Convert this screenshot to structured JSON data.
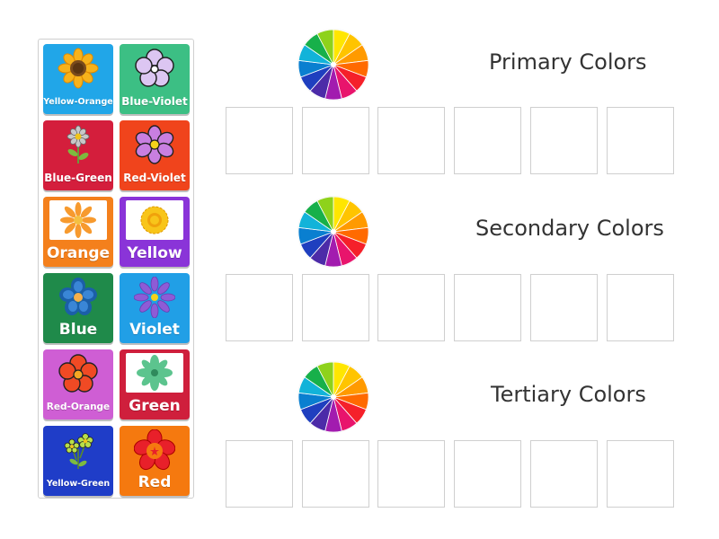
{
  "cards": [
    {
      "label": "Yellow-Orange",
      "color": "#21a6e8",
      "icon": "sunflower-icon"
    },
    {
      "label": "Blue-Violet",
      "color": "#3cbf84",
      "icon": "violet-flower-icon"
    },
    {
      "label": "Blue-Green",
      "color": "#d41e3c",
      "icon": "daisy-stem-icon"
    },
    {
      "label": "Red-Violet",
      "color": "#f0441c",
      "icon": "purple-flower-icon"
    },
    {
      "label": "Orange",
      "color": "#f4801c",
      "icon": "orange-flower-icon"
    },
    {
      "label": "Yellow",
      "color": "#8a34d8",
      "icon": "yellow-flower-icon"
    },
    {
      "label": "Blue",
      "color": "#1f8a4a",
      "icon": "blue-flower-icon"
    },
    {
      "label": "Violet",
      "color": "#219fe6",
      "icon": "lavender-flower-icon"
    },
    {
      "label": "Red-Orange",
      "color": "#cf5ed4",
      "icon": "red-orange-flower-icon"
    },
    {
      "label": "Green",
      "color": "#cf1f3c",
      "icon": "green-flower-icon"
    },
    {
      "label": "Yellow-Green",
      "color": "#1f3dc8",
      "icon": "flower-bunch-icon"
    },
    {
      "label": "Red",
      "color": "#f5790f",
      "icon": "red-flower-outline-icon"
    }
  ],
  "groups": [
    {
      "title": "Primary Colors",
      "icon": "color-wheel-icon"
    },
    {
      "title": "Secondary Colors",
      "icon": "color-wheel-icon"
    },
    {
      "title": "Tertiary Colors",
      "icon": "color-wheel-icon"
    }
  ],
  "wheel_colors": [
    "#ffe600",
    "#ffc400",
    "#ff9a00",
    "#ff6a00",
    "#f5202a",
    "#e8146c",
    "#a21caf",
    "#4c2ba8",
    "#1f3fbf",
    "#0a7fd0",
    "#12b3d9",
    "#17b04a",
    "#8ed21b"
  ],
  "slots_per_group": 6
}
